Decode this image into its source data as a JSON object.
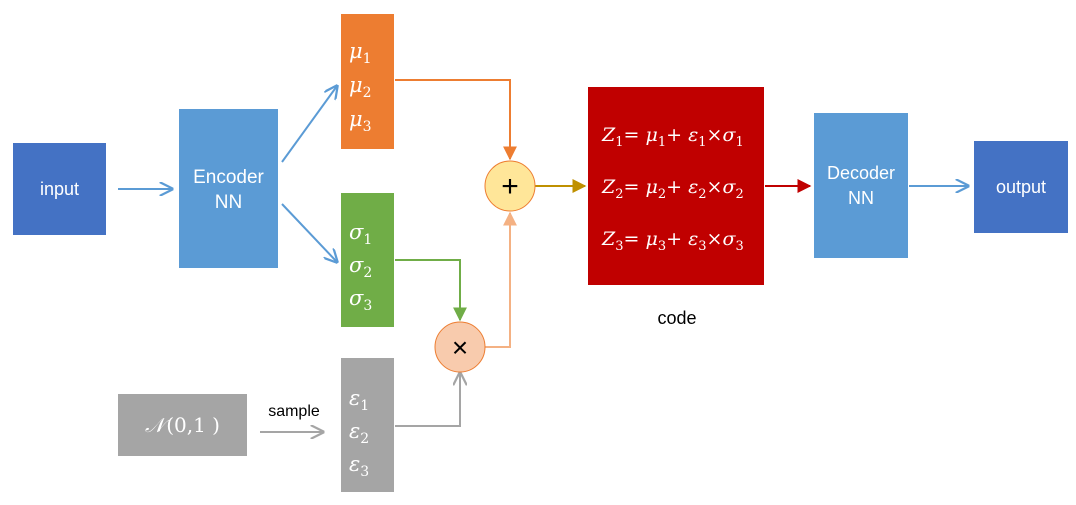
{
  "nodes": {
    "input": {
      "label": "input"
    },
    "encoder": {
      "line1": "Encoder",
      "line2": "NN"
    },
    "mu": {
      "symbol": "μ",
      "subs": [
        "1",
        "2",
        "3"
      ]
    },
    "sigma": {
      "symbol": "σ",
      "subs": [
        "1",
        "2",
        "3"
      ]
    },
    "epsilon": {
      "symbol": "ε",
      "subs": [
        "1",
        "2",
        "3"
      ]
    },
    "normal": {
      "symbol": "𝒩",
      "args": "(0,1 )"
    },
    "plus": {
      "glyph": "+"
    },
    "times": {
      "glyph": "×"
    },
    "code_block": {
      "caption": "code",
      "rows": [
        {
          "z": "Z",
          "i": "1"
        },
        {
          "z": "Z",
          "i": "2"
        },
        {
          "z": "Z",
          "i": "3"
        }
      ]
    },
    "decoder": {
      "line1": "Decoder",
      "line2": "NN"
    },
    "output": {
      "label": "output"
    }
  },
  "edges": {
    "sample_label": "sample"
  },
  "colors": {
    "blue_dark": "#4472c4",
    "blue_light": "#5b9bd5",
    "orange": "#ed7d31",
    "green": "#70ad47",
    "gray": "#a5a5a5",
    "red": "#c00000",
    "plus_fill": "#ffe699",
    "times_fill": "#f8cbad",
    "arrow_blue": "#5b9bd5",
    "arrow_orange": "#ed7d31",
    "arrow_orange_light": "#f4b183",
    "arrow_green": "#70ad47",
    "arrow_gray": "#a5a5a5",
    "arrow_gold": "#bf9000",
    "arrow_red": "#c00000"
  }
}
